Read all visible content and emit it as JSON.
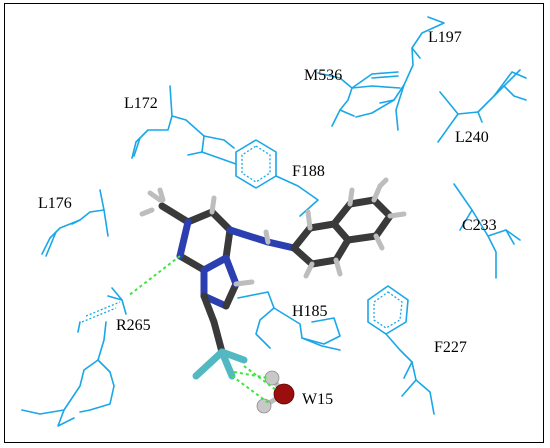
{
  "residues": {
    "L197": "L197",
    "M536": "M536",
    "L172": "L172",
    "L240": "L240",
    "F188": "F188",
    "L176": "L176",
    "C233": "C233",
    "R265": "R265",
    "H185": "H185",
    "F227": "F227",
    "W15": "W15"
  },
  "colors": {
    "residue_lines": "#1aa7e8",
    "ligand_carbon": "#3a3a3a",
    "ligand_nitrogen": "#2c3fb0",
    "ligand_fluorine": "#52b9c2",
    "ligand_hydrogen": "#bdbdbd",
    "water_oxygen": "#9a0e0e",
    "hydrogen_bond": "#3ee53e"
  }
}
